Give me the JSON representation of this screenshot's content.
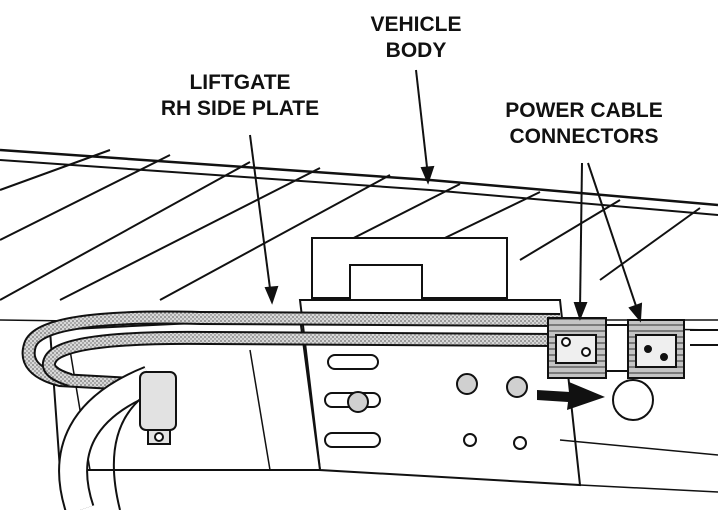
{
  "labels": {
    "vehicle_body": [
      "VEHICLE",
      "BODY"
    ],
    "liftgate_plate": [
      "LIFTGATE",
      "RH SIDE PLATE"
    ],
    "power_cable": [
      "POWER CABLE",
      "CONNECTORS"
    ]
  },
  "colors": {
    "ink": "#111111",
    "paper": "#ffffff",
    "shade": "#bdbdbd",
    "cable": "#9a9a9a"
  },
  "icons": {
    "direction": "arrow-right-icon"
  }
}
